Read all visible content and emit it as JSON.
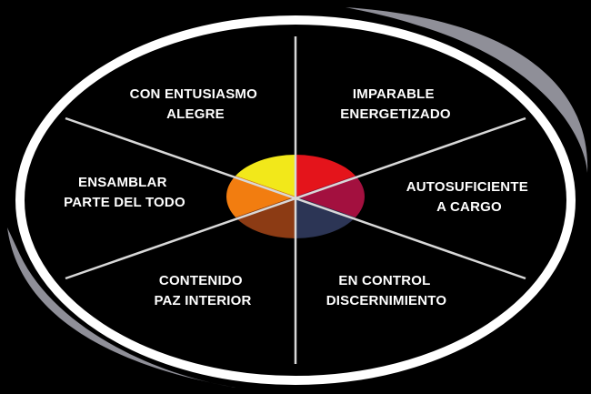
{
  "segments": [
    {
      "id": "top-left",
      "line1": "CON ENTUSIASMO",
      "line2": "ALEGRE",
      "color": "#f2e81a"
    },
    {
      "id": "top-right",
      "line1": "IMPARABLE",
      "line2": "ENERGETIZADO",
      "color": "#e4141b"
    },
    {
      "id": "right",
      "line1": "AUTOSUFICIENTE",
      "line2": "A CARGO",
      "color": "#a3103f"
    },
    {
      "id": "bottom-right",
      "line1": "EN CONTROL",
      "line2": "DISCERNIMIENTO",
      "color": "#2c3555"
    },
    {
      "id": "bottom-left",
      "line1": "CONTENIDO",
      "line2": "PAZ INTERIOR",
      "color": "#8c3b14"
    },
    {
      "id": "left",
      "line1": "ENSAMBLAR",
      "line2": "PARTE DEL TODO",
      "color": "#f27d10"
    }
  ],
  "colors": {
    "background": "#000000",
    "ellipse_fill": "#000000",
    "ellipse_stroke": "#ffffff",
    "swoosh": "#8f8f98",
    "divider": "#d8d8d8"
  }
}
